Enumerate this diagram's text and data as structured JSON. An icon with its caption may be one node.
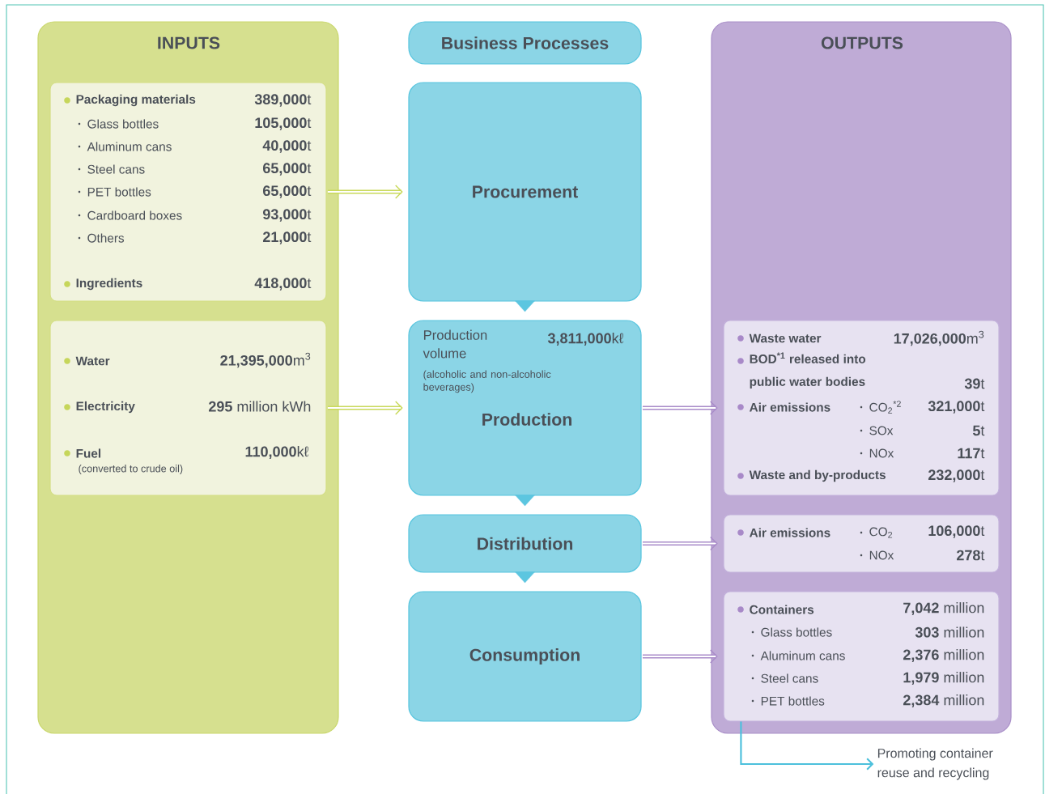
{
  "diagram": {
    "nodes": [
      {
        "text": [
          "INPUTS"
        ]
      },
      {
        "text": [
          "Packaging materials",
          "**389,000**t",
          "Glass bottles",
          "**105,000**t",
          "Aluminum cans",
          "**40,000**t",
          "Steel cans",
          "**65,000**t",
          "PET bottles",
          "**65,000**t",
          "Cardboard boxes",
          "**93,000**t",
          "Others",
          "**21,000**t",
          "Ingredients",
          "**418,000**t"
        ],
        "in": 0
      },
      {
        "text": [
          "Water",
          "**21,395,000**m$^{3}$",
          "Electricity",
          "**295** million kWh",
          "Fuel",
          "(converted to crude oil)",
          "**110,000**kℓ"
        ],
        "in": 0
      },
      {
        "text": [
          "Business Processes"
        ]
      },
      {
        "text": [
          "Procurement"
        ]
      },
      {
        "text": [
          "Production volume",
          "**3,811,000**kℓ",
          "(alcoholic and non-alcoholic beverages)",
          "Production"
        ]
      },
      {
        "text": [
          "Distribution"
        ]
      },
      {
        "text": [
          "Consumption"
        ]
      },
      {
        "text": [
          "OUTPUTS"
        ]
      },
      {
        "text": [
          "Waste water",
          "**17,026,000**m$^{3}$",
          "BOD$^{*1}$ released into public water bodies",
          "**39**t",
          "Air emissions",
          "CO$_{2}$$^{*2}$",
          "**321,000**t",
          "SOx",
          "**5**t",
          "NOx",
          "**117**t",
          "Waste and by-products",
          "**232,000**t"
        ],
        "in": 8
      },
      {
        "text": [
          "Air emissions",
          "CO$_{2}$",
          "**106,000**t",
          "NOx",
          "**278**t"
        ],
        "in": 8
      },
      {
        "text": [
          "Containers",
          "**7,042** million",
          "Glass bottles",
          "**303** million",
          "Aluminum cans",
          "**2,376** million",
          "Steel cans",
          "**1,979** million",
          "PET bottles",
          "**2,384** million"
        ],
        "in": 8
      },
      {
        "text": [
          "Promoting container reuse and recycling"
        ]
      }
    ],
    "edges": [
      {
        "from": 1,
        "to": 4,
        "arrow": "to",
        "color": "#c9d95c"
      },
      {
        "from": 2,
        "to": 5,
        "arrow": "to",
        "color": "#c9d95c"
      },
      {
        "from": 4,
        "to": 5,
        "arrow": "to",
        "color": "#5cc6e0"
      },
      {
        "from": 5,
        "to": 6,
        "arrow": "to",
        "color": "#5cc6e0"
      },
      {
        "from": 6,
        "to": 7,
        "arrow": "to",
        "color": "#5cc6e0"
      },
      {
        "from": 5,
        "to": 9,
        "arrow": "to",
        "color": "#a98cc9"
      },
      {
        "from": 6,
        "to": 10,
        "arrow": "to",
        "color": "#a98cc9"
      },
      {
        "from": 7,
        "to": 11,
        "arrow": "to",
        "color": "#a98cc9"
      },
      {
        "from": 11,
        "to": 12,
        "arrow": "to",
        "color": "#4cc0dc"
      }
    ]
  }
}
